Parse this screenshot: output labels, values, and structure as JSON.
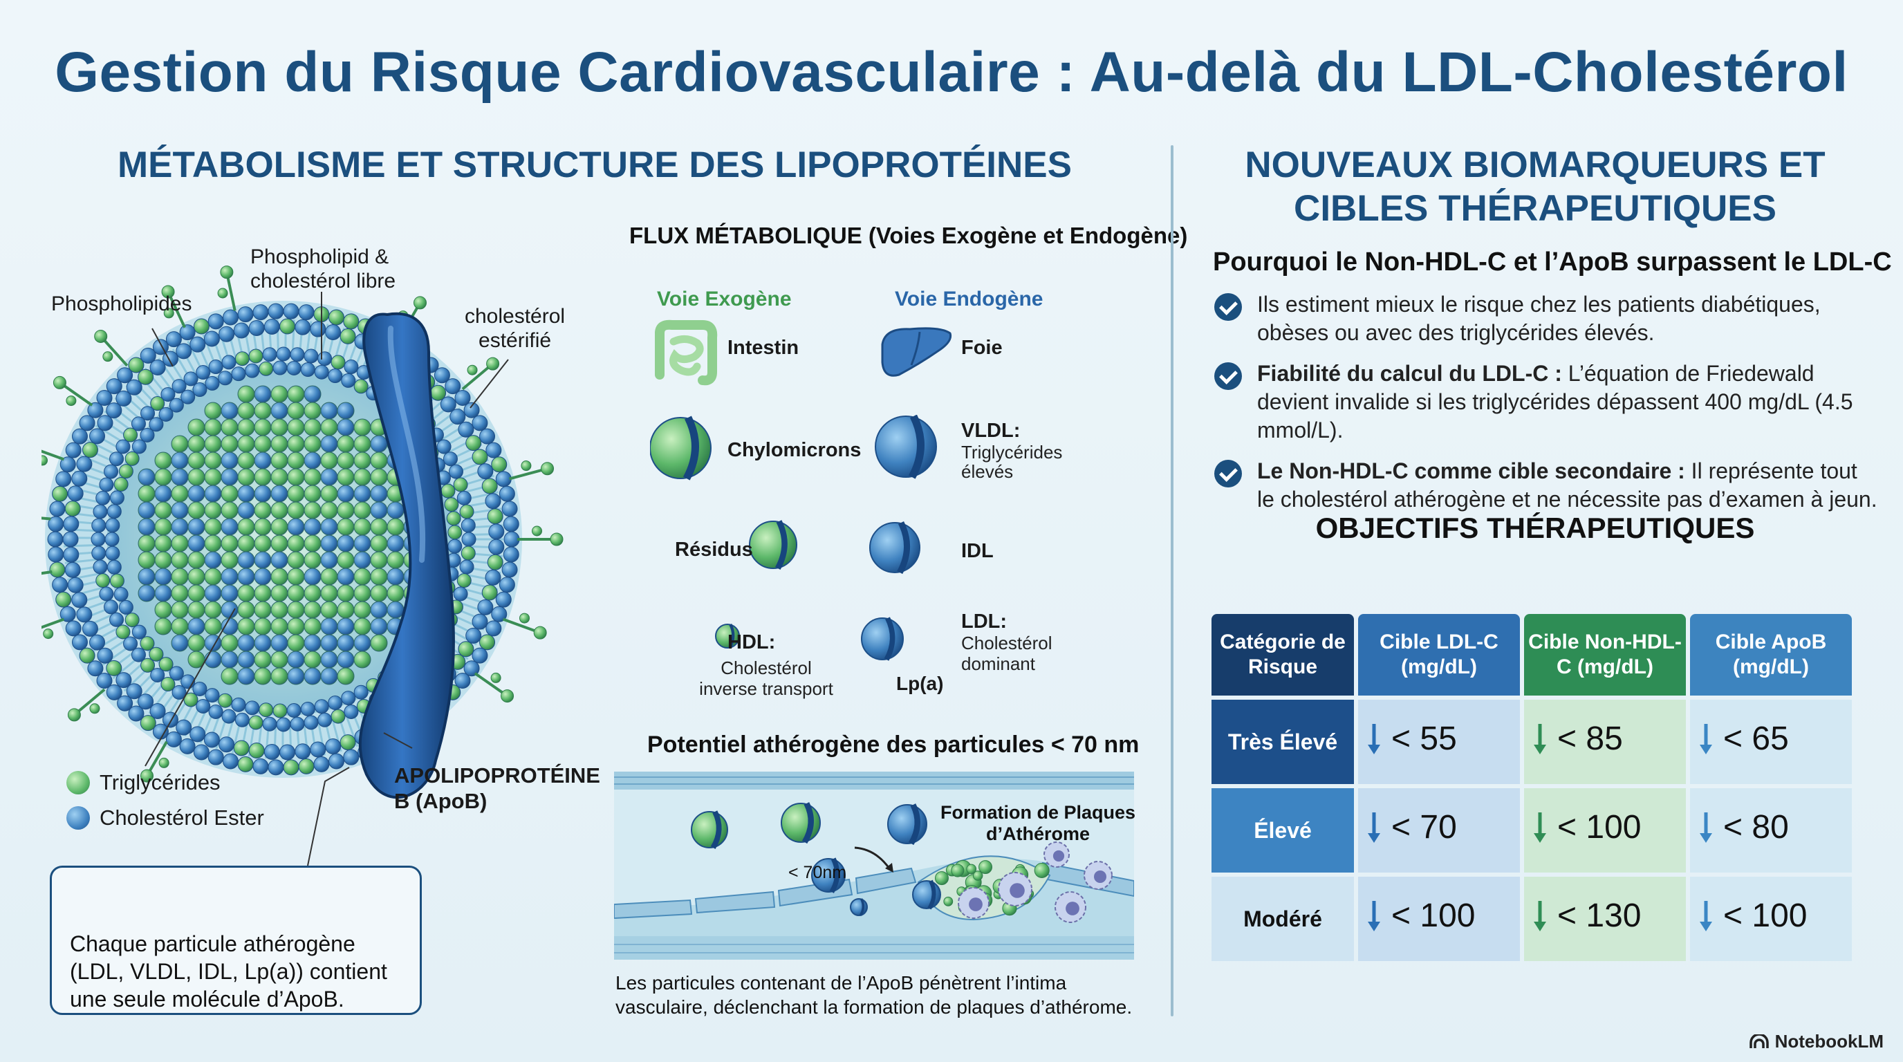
{
  "title": "Gestion du Risque Cardiovasculaire : Au-delà du LDL-Cholestérol",
  "left": {
    "heading": "MÉTABOLISME ET STRUCTURE DES LIPOPROTÉINES",
    "particle": {
      "label_phospholipides": "Phospholipides",
      "label_phospholipid_line1": "Phospholipid &",
      "label_phospholipid_line2": "cholestérol libre",
      "label_ester_line1": "cholestérol",
      "label_ester_line2": "estérifié",
      "label_apob_line1": "APOLIPOPROTÉINE",
      "label_apob_line2": "B (ApoB)",
      "legend": [
        {
          "label": "Triglycérides",
          "color": "#5db86a"
        },
        {
          "label": "Cholestérol Ester",
          "color": "#3f82c0"
        }
      ],
      "callout": "Chaque particule athérogène (LDL, VLDL, IDL, Lp(a)) contient une seule molécule d’ApoB."
    },
    "flux": {
      "heading": "FLUX MÉTABOLIQUE (Voies Exogène et Endogène)",
      "exogenous_label": "Voie Exogène",
      "endogenous_label": "Voie Endogène",
      "intestin": "Intestin",
      "foie": "Foie",
      "chylomicrons": "Chylomicrons",
      "vldl": "VLDL:",
      "vldl_sub1": "Triglycérides",
      "vldl_sub2": "élevés",
      "residus": "Résidus",
      "idl": "IDL",
      "hdl": "HDL:",
      "hdl_sub1": "Cholestérol",
      "hdl_sub2": "inverse transport",
      "ldl": "LDL:",
      "ldl_sub1": "Cholestérol",
      "ldl_sub2": "dominant",
      "lpa": "Lp(a)"
    },
    "athero": {
      "heading": "Potentiel athérogène des particules < 70 nm",
      "size_label": "< 70nm",
      "plaque_line1": "Formation de Plaques",
      "plaque_line2": "d’Athérome",
      "caption_line1": "Les particules contenant de l’ApoB pénètrent l’intima",
      "caption_line2": "vasculaire, déclenchant la formation de plaques d’athérome."
    }
  },
  "right": {
    "heading_line1": "NOUVEAUX BIOMARQUEURS ET",
    "heading_line2": "CIBLES THÉRAPEUTIQUES",
    "why_heading": "Pourquoi le Non-HDL-C et l’ApoB surpassent le LDL-C",
    "points": [
      {
        "bold": "",
        "text": "Ils estiment mieux le risque chez les patients diabétiques, obèses ou avec des triglycérides élevés."
      },
      {
        "bold": "Fiabilité du calcul du LDL-C :",
        "text": " L’équation de Friedewald devient invalide si les triglycérides dépassent 400 mg/dL (4.5 mmol/L)."
      },
      {
        "bold": "Le Non-HDL-C comme cible secondaire :",
        "text": " Il représente tout le cholestérol athérogène et ne nécessite pas d’examen à jeun."
      }
    ],
    "objectives_heading": "OBJECTIFS THÉRAPEUTIQUES",
    "table": {
      "headers": [
        "Catégorie de Risque",
        "Cible LDL-C (mg/dL)",
        "Cible Non-HDL-C (mg/dL)",
        "Cible ApoB (mg/dL)"
      ],
      "rows": [
        {
          "category": "Très Élevé",
          "ldl": "< 55",
          "nonhdl": "< 85",
          "apob": "< 65"
        },
        {
          "category": "Élevé",
          "ldl": "< 70",
          "nonhdl": "< 100",
          "apob": "< 80"
        },
        {
          "category": "Modéré",
          "ldl": "< 100",
          "nonhdl": "< 130",
          "apob": "< 100"
        }
      ]
    }
  },
  "brand": "NotebookLM"
}
